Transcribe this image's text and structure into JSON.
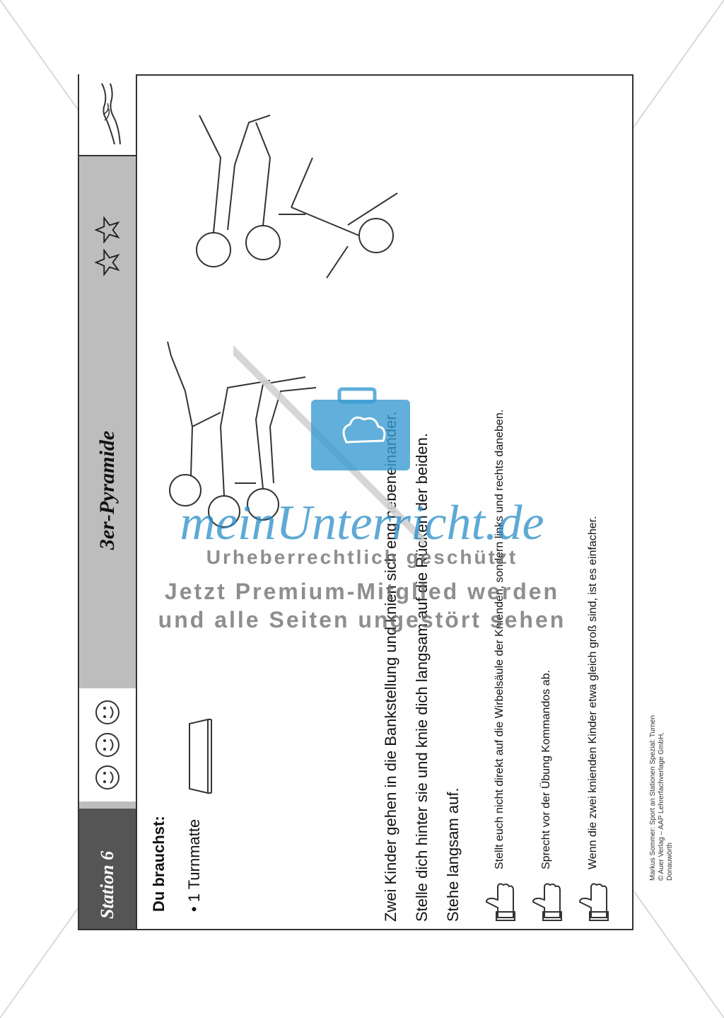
{
  "header": {
    "station": "Station 6",
    "title": "3er-Pyramide"
  },
  "materials": {
    "label": "Du brauchst:",
    "item": "1 Turnmatte"
  },
  "instructions": [
    "Zwei Kinder gehen in die Bankstellung und knien sich eng nebeneinander.",
    "Stelle dich hinter sie und knie dich langsam auf die Rücken der beiden.",
    "Stehe langsam auf."
  ],
  "tips": [
    "Stellt euch nicht direkt auf die Wirbelsäule der Knienden, sondern links und rechts daneben.",
    "Sprecht vor der Übung Kommandos ab.",
    "Wenn die zwei knienden Kinder etwa gleich groß sind, ist es einfacher."
  ],
  "footer": {
    "line1": "Markus Sommer: Sport an Stationen Spezial: Turnen",
    "line2": "© Auer Verlag – AAP Lehrerfachverlage GmbH, Donauwörth"
  },
  "watermark": {
    "brand": "meinUnterricht.de",
    "line1": "Urheberrechtlich geschützt",
    "line2": "Jetzt Premium-Mitglied werden",
    "line3": "und alle Seiten ungestört sehen"
  },
  "colors": {
    "header_gray": "#bdbdbd",
    "station_dark": "#555555",
    "watermark_blue": "#3a9bd1"
  },
  "icons": [
    "smiley-icon",
    "star-icon",
    "hands-icon",
    "mat-icon",
    "thumbs-up-icon",
    "camera-bag-icon"
  ]
}
